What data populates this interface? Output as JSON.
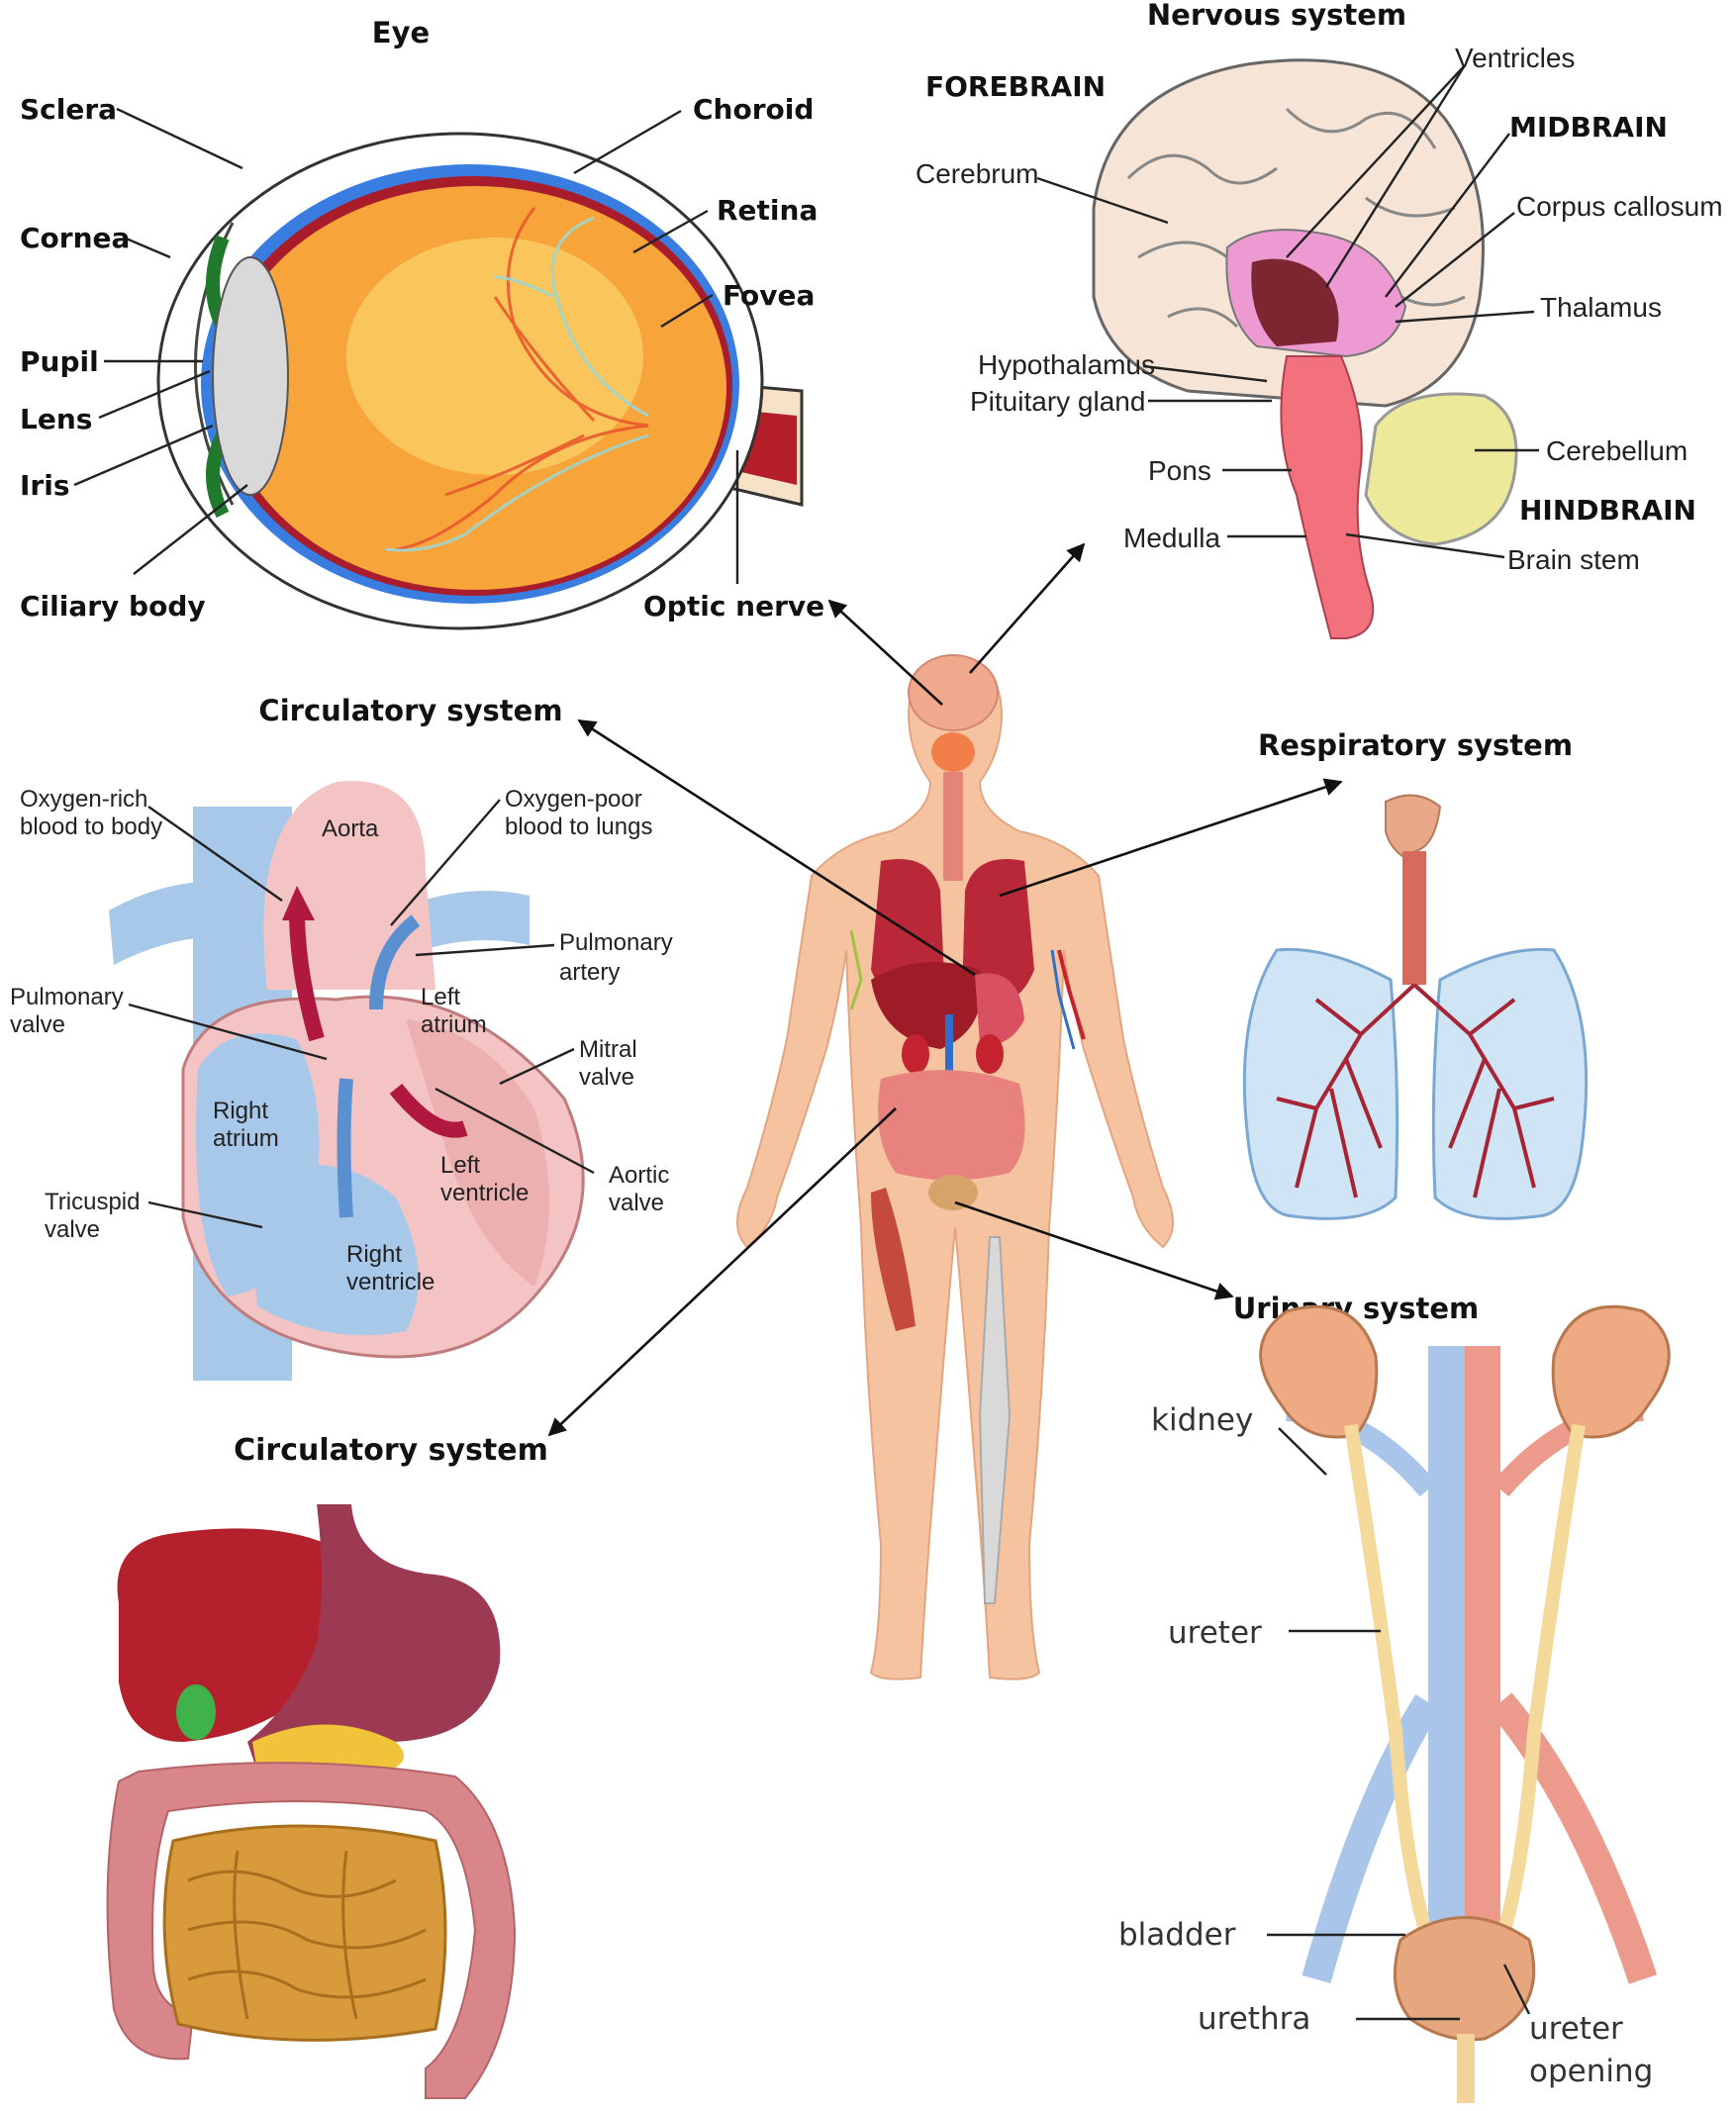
{
  "sections": {
    "eye": "Eye",
    "nervous": "Nervous system",
    "circulatory_top": "Circulatory system",
    "respiratory": "Respiratory system",
    "urinary": "Urinary system",
    "circulatory_bottom": "Circulatory system"
  },
  "eye_labels": {
    "sclera": "Sclera",
    "cornea": "Cornea",
    "pupil": "Pupil",
    "lens": "Lens",
    "iris": "Iris",
    "ciliary": "Ciliary body",
    "choroid": "Choroid",
    "retina": "Retina",
    "fovea": "Fovea",
    "optic": "Optic nerve"
  },
  "brain_labels": {
    "forebrain": "FOREBRAIN",
    "ventricles": "Ventricles",
    "midbrain": "MIDBRAIN",
    "cerebrum": "Cerebrum",
    "corpus": "Corpus callosum",
    "thalamus": "Thalamus",
    "hypothalamus": "Hypothalamus",
    "pituitary": "Pituitary gland",
    "cerebellum": "Cerebellum",
    "pons": "Pons",
    "hindbrain": "HINDBRAIN",
    "medulla": "Medulla",
    "brainstem": "Brain stem"
  },
  "heart_labels": {
    "oxyrich1": "Oxygen-rich",
    "oxyrich2": "blood to body",
    "aorta": "Aorta",
    "oxypoor1": "Oxygen-poor",
    "oxypoor2": "blood to lungs",
    "pulmart1": "Pulmonary",
    "pulmart2": "artery",
    "pulmval1": "Pulmonary",
    "pulmval2": "valve",
    "latrium1": "Left",
    "latrium2": "atrium",
    "mitral1": "Mitral",
    "mitral2": "valve",
    "ratrium1": "Right",
    "ratrium2": "atrium",
    "lvent1": "Left",
    "lvent2": "ventricle",
    "aortic1": "Aortic",
    "aortic2": "valve",
    "tricus1": "Tricuspid",
    "tricus2": "valve",
    "rvent1": "Right",
    "rvent2": "ventricle"
  },
  "urinary_labels": {
    "kidney": "kidney",
    "ureter": "ureter",
    "bladder": "bladder",
    "urethra": "urethra",
    "opening1": "ureter",
    "opening2": "opening"
  },
  "colors": {
    "skin": "#f6c3a0",
    "vein_blue": "#8fb7e3",
    "artery_red": "#c2273b",
    "heart_pink": "#f4c4c4",
    "lung_blue": "#cfe4f4",
    "brain_cream": "#f6e4d6",
    "cerebellum_yellow": "#ecea9a",
    "liver": "#b5202d",
    "intestine_orange": "#d99a3c",
    "colon_pink": "#d9868a"
  }
}
